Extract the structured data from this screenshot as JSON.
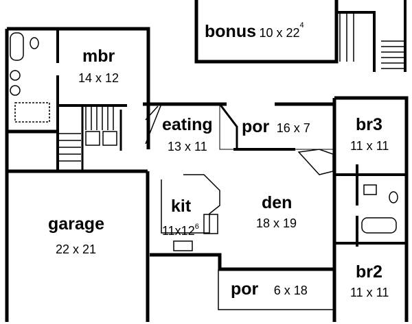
{
  "rooms": {
    "bonus": {
      "name": "bonus",
      "size": "10 x 22",
      "size_sup": "4"
    },
    "mbr": {
      "name": "mbr",
      "size": "14 x 12"
    },
    "eating": {
      "name": "eating",
      "size": "13 x 11"
    },
    "porch_rear": {
      "name": "por",
      "size": "16 x 7"
    },
    "br3": {
      "name": "br3",
      "size": "11 x 11"
    },
    "den": {
      "name": "den",
      "size": "18 x 19"
    },
    "kit": {
      "name": "kit",
      "size": "11x12",
      "size_sup": "6"
    },
    "garage": {
      "name": "garage",
      "size": "22 x 21"
    },
    "porch_front": {
      "name": "por",
      "size": "6 x 18"
    },
    "br2": {
      "name": "br2",
      "size": "11 x 11"
    }
  },
  "colors": {
    "wall": "#000000",
    "background": "#ffffff"
  }
}
